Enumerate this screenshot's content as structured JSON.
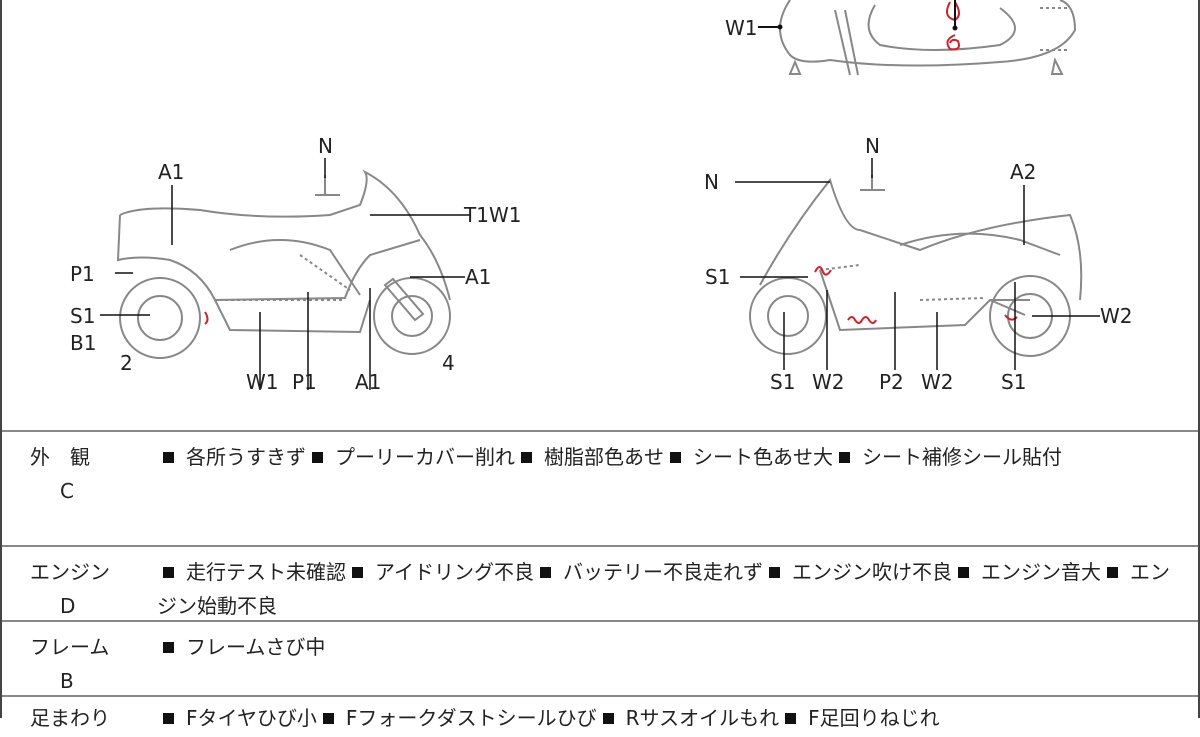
{
  "diagram": {
    "top_view": {
      "labels": [
        "W1"
      ]
    },
    "left_view": {
      "labels": [
        "N",
        "A1",
        "T1W1",
        "P1",
        "A1",
        "S1",
        "B1",
        "2",
        "W1",
        "P1",
        "A1",
        "4"
      ]
    },
    "right_view": {
      "labels": [
        "N",
        "N",
        "A2",
        "S1",
        "W2",
        "S1",
        "W2",
        "P2",
        "W2",
        "S1"
      ]
    },
    "mark_color": "#d0202a"
  },
  "table": {
    "rows": [
      {
        "category": "外　観",
        "grade": "C",
        "items": [
          "各所うすきず",
          "プーリーカバー削れ",
          "樹脂部色あせ",
          "シート色あせ大",
          "シート補修シール貼付"
        ]
      },
      {
        "category": "エンジン",
        "grade": "D",
        "items": [
          "走行テスト未確認",
          "アイドリング不良",
          "バッテリー不良走れず",
          "エンジン吹け不良",
          "エンジン音大",
          "エンジン始動不良"
        ]
      },
      {
        "category": "フレーム",
        "grade": "B",
        "items": [
          "フレームさび中"
        ]
      },
      {
        "category": "足まわり",
        "grade": "",
        "items": [
          "Fタイヤひび小",
          "Fフォークダストシールひび",
          "Rサスオイルもれ",
          "F足回りねじれ"
        ]
      }
    ]
  }
}
